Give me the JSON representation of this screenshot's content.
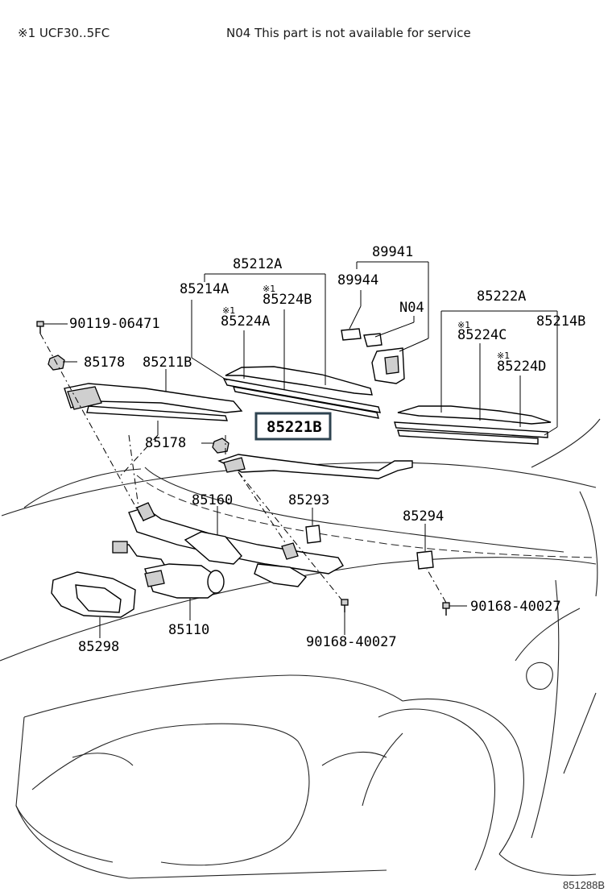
{
  "notes": {
    "footnote": "※1 UCF30..5FC",
    "n04_note": "N04  This part is not available for service"
  },
  "star_marker": "※1",
  "highlighted_part": "85221B",
  "catalog_code": "851288B",
  "parts": {
    "p85212A": "85212A",
    "p89941": "89941",
    "p89944": "89944",
    "p85214A": "85214A",
    "p85224B": "85224B",
    "pN04": "N04",
    "p85222A": "85222A",
    "p90119_06471": "90119-06471",
    "p85224A": "85224A",
    "p85224C": "85224C",
    "p85214B": "85214B",
    "p85178_top": "85178",
    "p85211B": "85211B",
    "p85224D": "85224D",
    "p85178_mid": "85178",
    "p85160": "85160",
    "p85293": "85293",
    "p85294": "85294",
    "p90168_40027_right": "90168-40027",
    "p85110": "85110",
    "p90168_40027_bottom": "90168-40027",
    "p85298": "85298"
  },
  "colors": {
    "highlight_border": "#2e4350",
    "line": "#000000"
  }
}
